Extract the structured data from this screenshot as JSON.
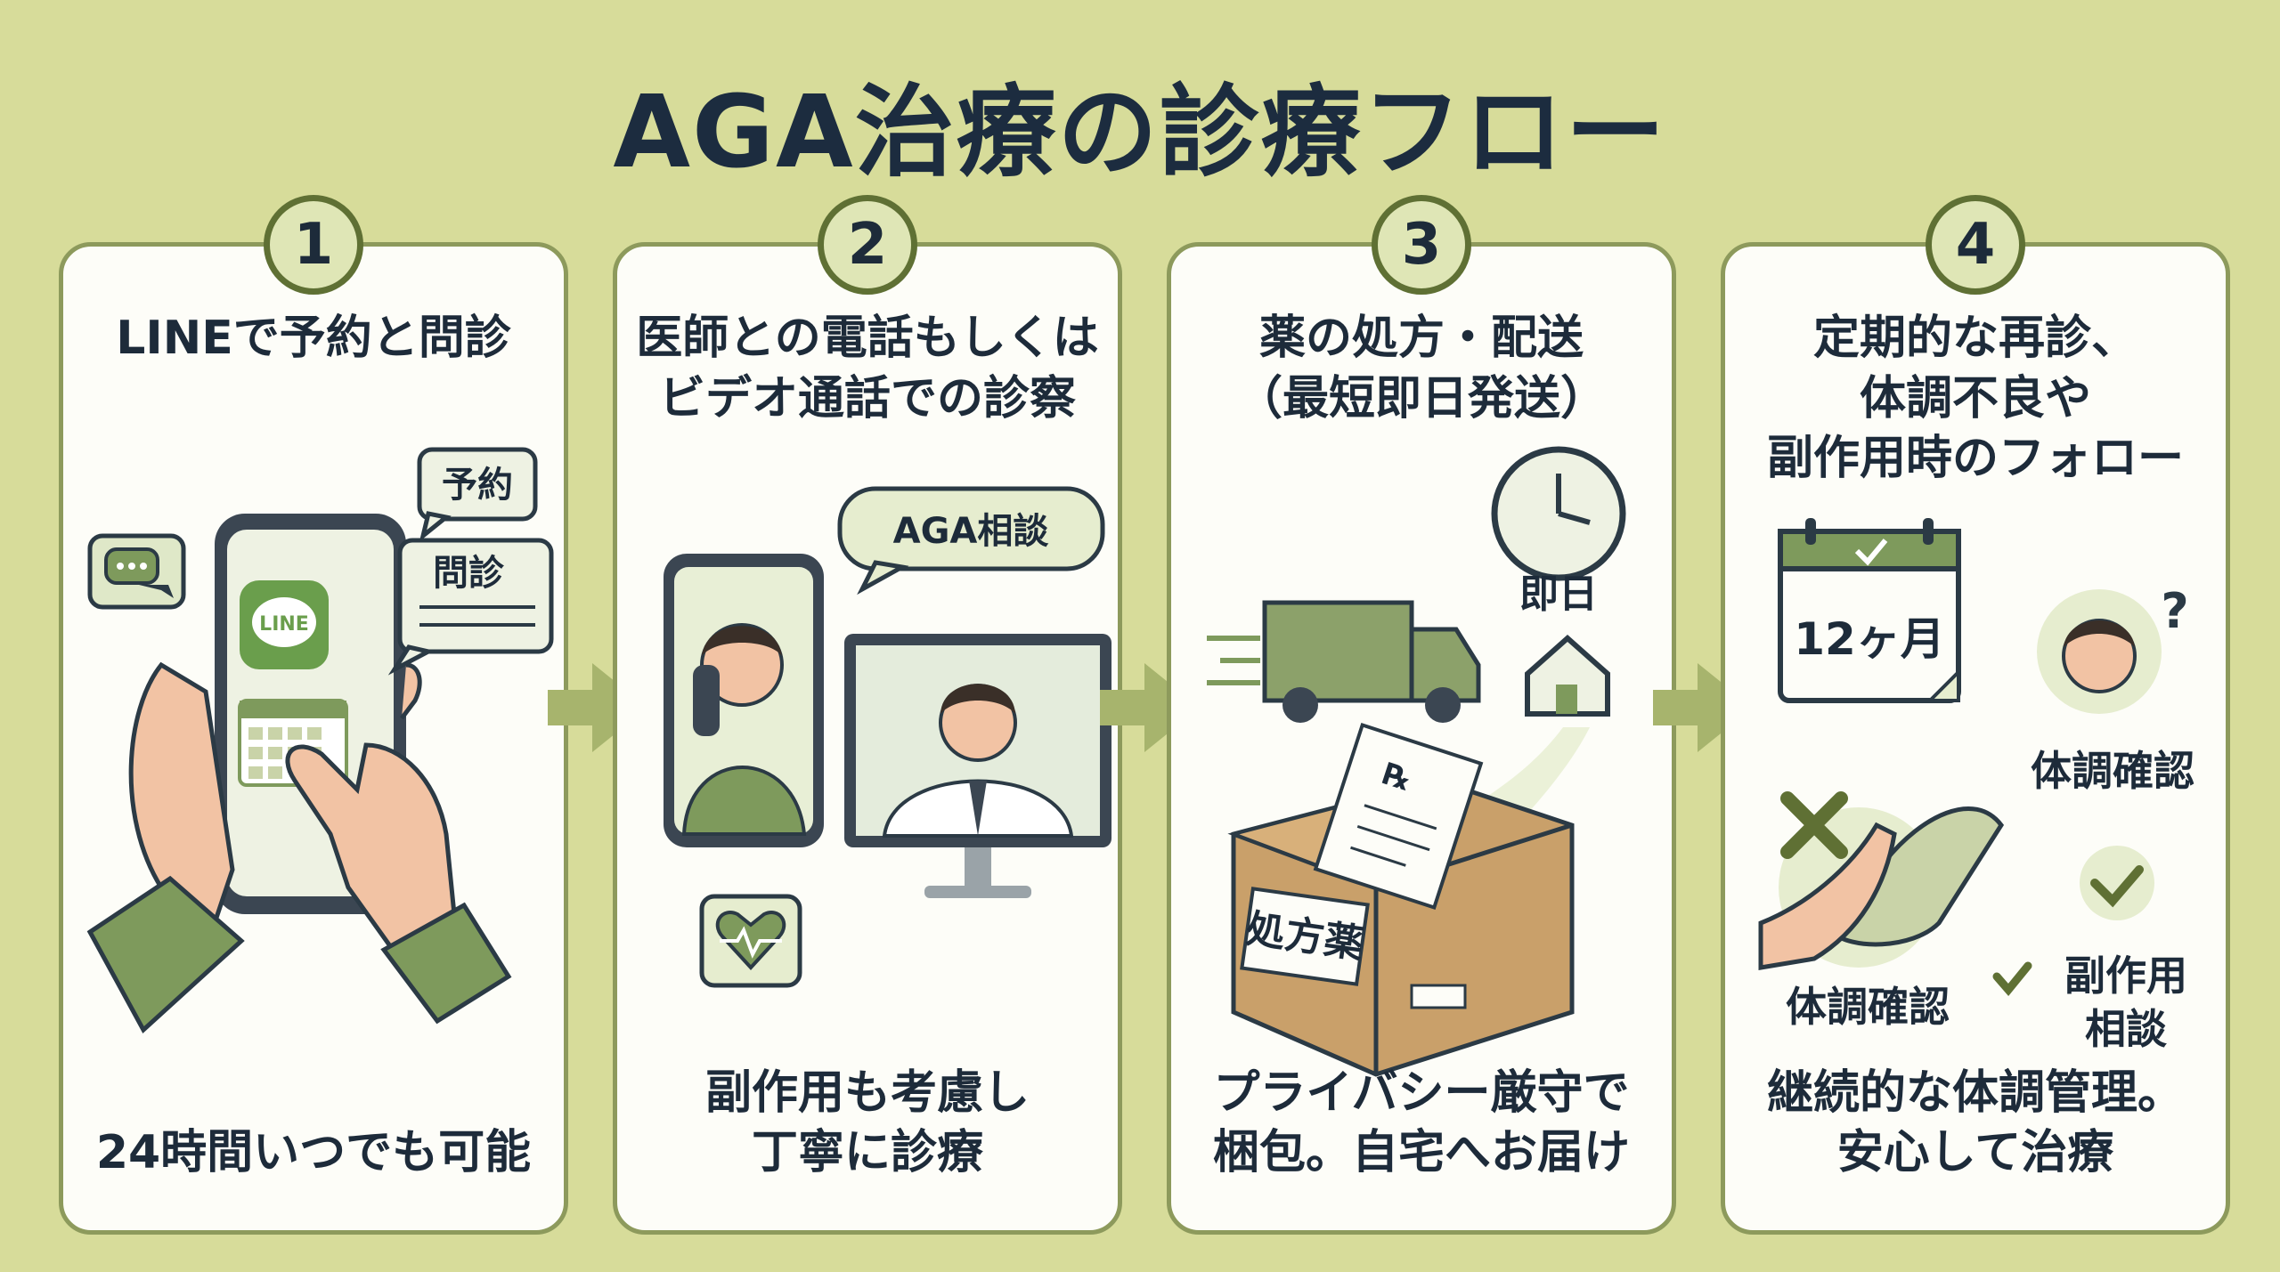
{
  "title": "AGA治療の診療フロー",
  "steps": [
    {
      "number": "1",
      "heading": [
        "LINEで予約と問診"
      ],
      "caption": [
        "24時間いつでも可能"
      ],
      "labels": {
        "reserve": "予約",
        "interview": "問診",
        "app": "LINE"
      }
    },
    {
      "number": "2",
      "heading": [
        "医師との電話もしくは",
        "ビデオ通話での診察"
      ],
      "caption": [
        "副作用も考慮し",
        "丁寧に診療"
      ],
      "labels": {
        "bubble": "AGA相談"
      }
    },
    {
      "number": "3",
      "heading": [
        "薬の処方・配送",
        "（最短即日発送）"
      ],
      "caption": [
        "プライバシー厳守で",
        "梱包。自宅へお届け"
      ],
      "labels": {
        "sameday": "即日",
        "box": "処方薬",
        "rx": "℞"
      }
    },
    {
      "number": "4",
      "heading": [
        "定期的な再診、",
        "体調不良や",
        "副作用時のフォロー"
      ],
      "caption": [
        "継続的な体調管理。",
        "安心して治療"
      ],
      "labels": {
        "calendar": "12ヶ月",
        "check_top": "体調確認",
        "check_bottom": "体調確認",
        "side_effect": [
          "副作用",
          "相談"
        ]
      }
    }
  ],
  "colors": {
    "background": "#d7dc9a",
    "card": "#fdfdf8",
    "accent_green": "#7e9a5c",
    "dark_navy": "#1c2c3f",
    "box_brown": "#c9a06a"
  }
}
